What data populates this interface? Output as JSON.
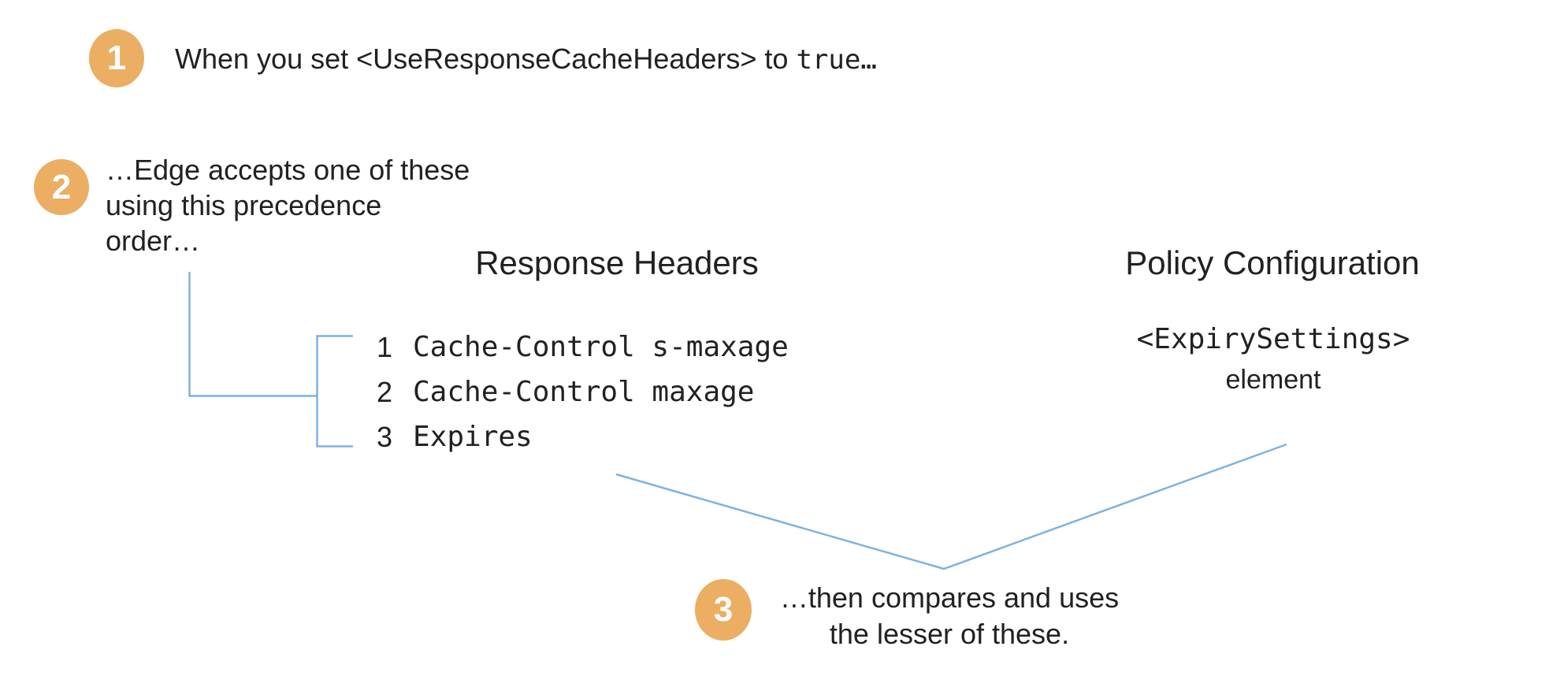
{
  "colors": {
    "accent_orange": "#EBAE63",
    "line_blue": "#7EB2E0",
    "text": "#212121",
    "background": "#FFFFFF",
    "badge_number": "#FFFFFF"
  },
  "steps": {
    "step1": {
      "badge": "1",
      "text_prefix": "When you set <UseResponseCacheHeaders> to ",
      "text_code": "true…"
    },
    "step2": {
      "badge": "2",
      "line1": "…Edge accepts one of these",
      "line2": "using this precedence",
      "line3": "order…"
    },
    "step3": {
      "badge": "3",
      "line1": "…then compares and uses",
      "line2": "the lesser of these."
    }
  },
  "columns": {
    "response_headers": {
      "title": "Response Headers",
      "items": [
        {
          "num": "1",
          "name": "Cache-Control s-maxage"
        },
        {
          "num": "2",
          "name": "Cache-Control maxage"
        },
        {
          "num": "3",
          "name": "Expires"
        }
      ]
    },
    "policy_configuration": {
      "title": "Policy Configuration",
      "code": "<ExpirySettings>",
      "label": "element"
    }
  }
}
